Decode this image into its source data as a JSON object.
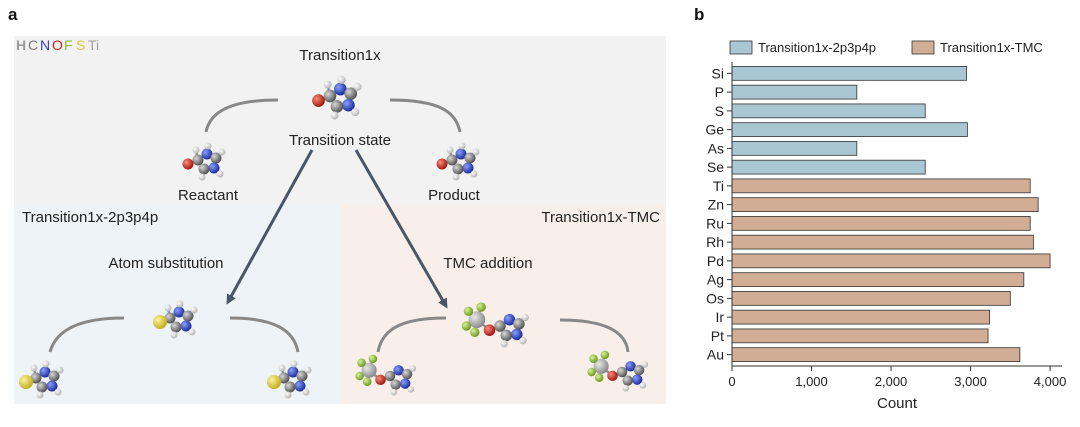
{
  "panel_a": {
    "label": "a",
    "legend_elements": [
      {
        "symbol": "H",
        "color": "#9a9a9a"
      },
      {
        "symbol": "C",
        "color": "#7a7a7a"
      },
      {
        "symbol": "N",
        "color": "#2f3fbf"
      },
      {
        "symbol": "O",
        "color": "#c0281c"
      },
      {
        "symbol": "F",
        "color": "#8cbd3a"
      },
      {
        "symbol": "S",
        "color": "#d8c740"
      },
      {
        "symbol": "Ti",
        "color": "#a0a0a0"
      }
    ],
    "top_title": "Transition1x",
    "transition_state": "Transition state",
    "reactant": "Reactant",
    "product": "Product",
    "left_box_title": "Transition1x-2p3p4p",
    "right_box_title": "Transition1x-TMC",
    "atom_substitution": "Atom substitution",
    "tmc_addition": "TMC addition",
    "colors": {
      "top_bg": "#f2f2f2",
      "left_bg": "#edf3f7",
      "right_bg": "#f8efea",
      "arrow": "#4a5566"
    }
  },
  "panel_b": {
    "label": "b"
  },
  "chart_data": {
    "type": "bar",
    "orientation": "horizontal",
    "categories": [
      "Si",
      "P",
      "S",
      "Ge",
      "As",
      "Se",
      "Ti",
      "Zn",
      "Ru",
      "Rh",
      "Pd",
      "Ag",
      "Os",
      "Ir",
      "Pt",
      "Au"
    ],
    "values": [
      2950,
      1570,
      2430,
      2960,
      1570,
      2430,
      3750,
      3850,
      3750,
      3790,
      4000,
      3670,
      3500,
      3240,
      3220,
      3620
    ],
    "series": [
      {
        "name": "Transition1x-2p3p4p",
        "color": "#a9c6d3",
        "categories": [
          "Si",
          "P",
          "S",
          "Ge",
          "As",
          "Se"
        ]
      },
      {
        "name": "Transition1x-TMC",
        "color": "#d1ad96",
        "categories": [
          "Ti",
          "Zn",
          "Ru",
          "Rh",
          "Pd",
          "Ag",
          "Os",
          "Ir",
          "Pt",
          "Au"
        ]
      }
    ],
    "xlabel": "Count",
    "xlim": [
      0,
      4150
    ],
    "xticks": [
      0,
      1000,
      2000,
      3000,
      4000
    ],
    "xtick_labels": [
      "0",
      "1,000",
      "2,000",
      "3,000",
      "4,000"
    ],
    "legend_position": "top",
    "grid": false
  }
}
